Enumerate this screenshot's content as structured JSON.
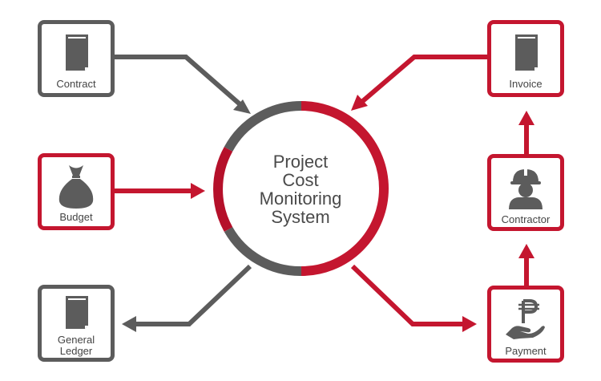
{
  "center": {
    "lines": [
      "Project",
      "Cost",
      "Monitoring",
      "System"
    ]
  },
  "nodes": {
    "contract": {
      "label": "Contract"
    },
    "budget": {
      "label": "Budget"
    },
    "general_ledger": {
      "label_lines": [
        "General",
        "Ledger"
      ]
    },
    "invoice": {
      "label": "Invoice"
    },
    "contractor": {
      "label": "Contractor"
    },
    "payment": {
      "label": "Payment"
    }
  },
  "colors": {
    "accent": "#c4162f",
    "gray": "#5c5c5c",
    "text": "#4a4a4a"
  }
}
